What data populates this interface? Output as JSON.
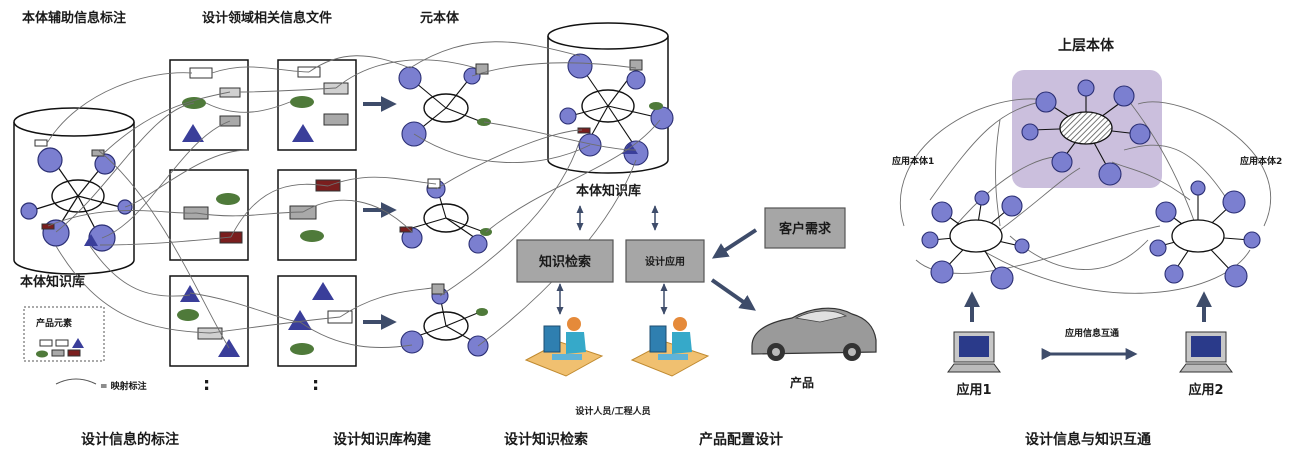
{
  "labels": {
    "annotation_header": "本体辅助信息标注",
    "domain_files_header": "设计领域相关信息文件",
    "meta_ontology_header": "元本体",
    "kb_left": "本体知识库",
    "kb_right": "本体知识库",
    "legend_title": "产品元素",
    "legend_mapping": "= 映射标注",
    "knowledge_search": "知识检索",
    "design_apply": "设计应用",
    "customer_demand": "客户需求",
    "product": "产品",
    "designers": "设计人员/工程人员",
    "upper_ontology": "上层本体",
    "app_ontology_1": "应用本体1",
    "app_ontology_2": "应用本体2",
    "app_info_exchange": "应用信息互通",
    "app1": "应用1",
    "app2": "应用2",
    "ellipsis": ":"
  },
  "section_titles": {
    "annotation": "设计信息的标注",
    "kb_build": "设计知识库构建",
    "search": "设计知识检索",
    "config": "产品配置设计",
    "exchange": "设计信息与知识互通"
  },
  "colors": {
    "node_fill": "#7b7fd0",
    "node_stroke": "#2b2f74",
    "triangle": "#3a3e9a",
    "ellipse_green": "#4f7a3a",
    "rect_gray": "#a9a9a9",
    "rect_red": "#7a1e1e",
    "box_gray": "#a6a6a6",
    "arrow": "#3e4c6a",
    "upper_bg": "#cbbfdd"
  }
}
